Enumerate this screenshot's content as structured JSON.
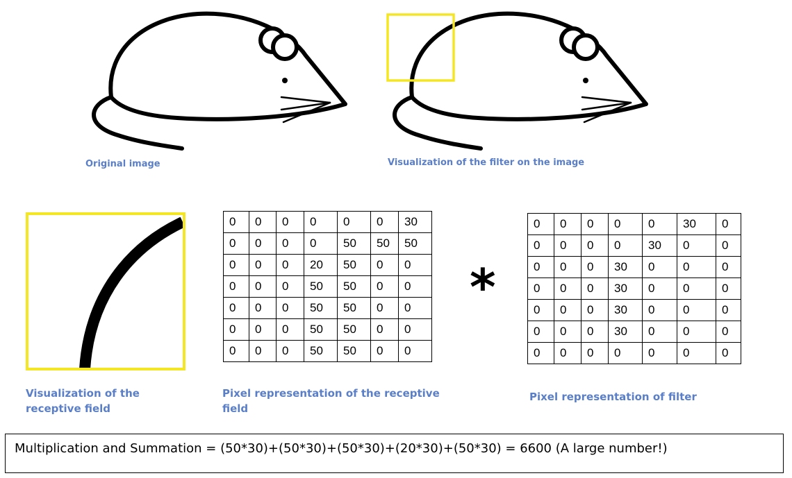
{
  "captions": {
    "original": "Original image",
    "filter_on_image": "Visualization of the filter on the image",
    "receptive_field_line1": "Visualization of the",
    "receptive_field_line2": "receptive field",
    "pixel_receptive_line1": "Pixel representation  of the receptive",
    "pixel_receptive_line2": "field",
    "pixel_filter": "Pixel representation  of filter"
  },
  "operator": "*",
  "receptive_matrix": [
    [
      "0",
      "0",
      "0",
      "0",
      "0",
      "0",
      "30"
    ],
    [
      "0",
      "0",
      "0",
      "0",
      "50",
      "50",
      "50"
    ],
    [
      "0",
      "0",
      "0",
      "20",
      "50",
      "0",
      "0"
    ],
    [
      "0",
      "0",
      "0",
      "50",
      "50",
      "0",
      "0"
    ],
    [
      "0",
      "0",
      "0",
      "50",
      "50",
      "0",
      "0"
    ],
    [
      "0",
      "0",
      "0",
      "50",
      "50",
      "0",
      "0"
    ],
    [
      "0",
      "0",
      "0",
      "50",
      "50",
      "0",
      "0"
    ]
  ],
  "filter_matrix": [
    [
      "0",
      "0",
      "0",
      "0",
      "0",
      "30",
      "0"
    ],
    [
      "0",
      "0",
      "0",
      "0",
      "30",
      "0",
      "0"
    ],
    [
      "0",
      "0",
      "0",
      "30",
      "0",
      "0",
      "0"
    ],
    [
      "0",
      "0",
      "0",
      "30",
      "0",
      "0",
      "0"
    ],
    [
      "0",
      "0",
      "0",
      "30",
      "0",
      "0",
      "0"
    ],
    [
      "0",
      "0",
      "0",
      "30",
      "0",
      "0",
      "0"
    ],
    [
      "0",
      "0",
      "0",
      "0",
      "0",
      "0",
      "0"
    ]
  ],
  "formula": "Multiplication and Summation = (50*30)+(50*30)+(50*30)+(20*30)+(50*30) = 6600 (A large number!)",
  "colors": {
    "highlight": "#f5e623",
    "caption": "#5b7fc7",
    "stroke": "#000000"
  }
}
